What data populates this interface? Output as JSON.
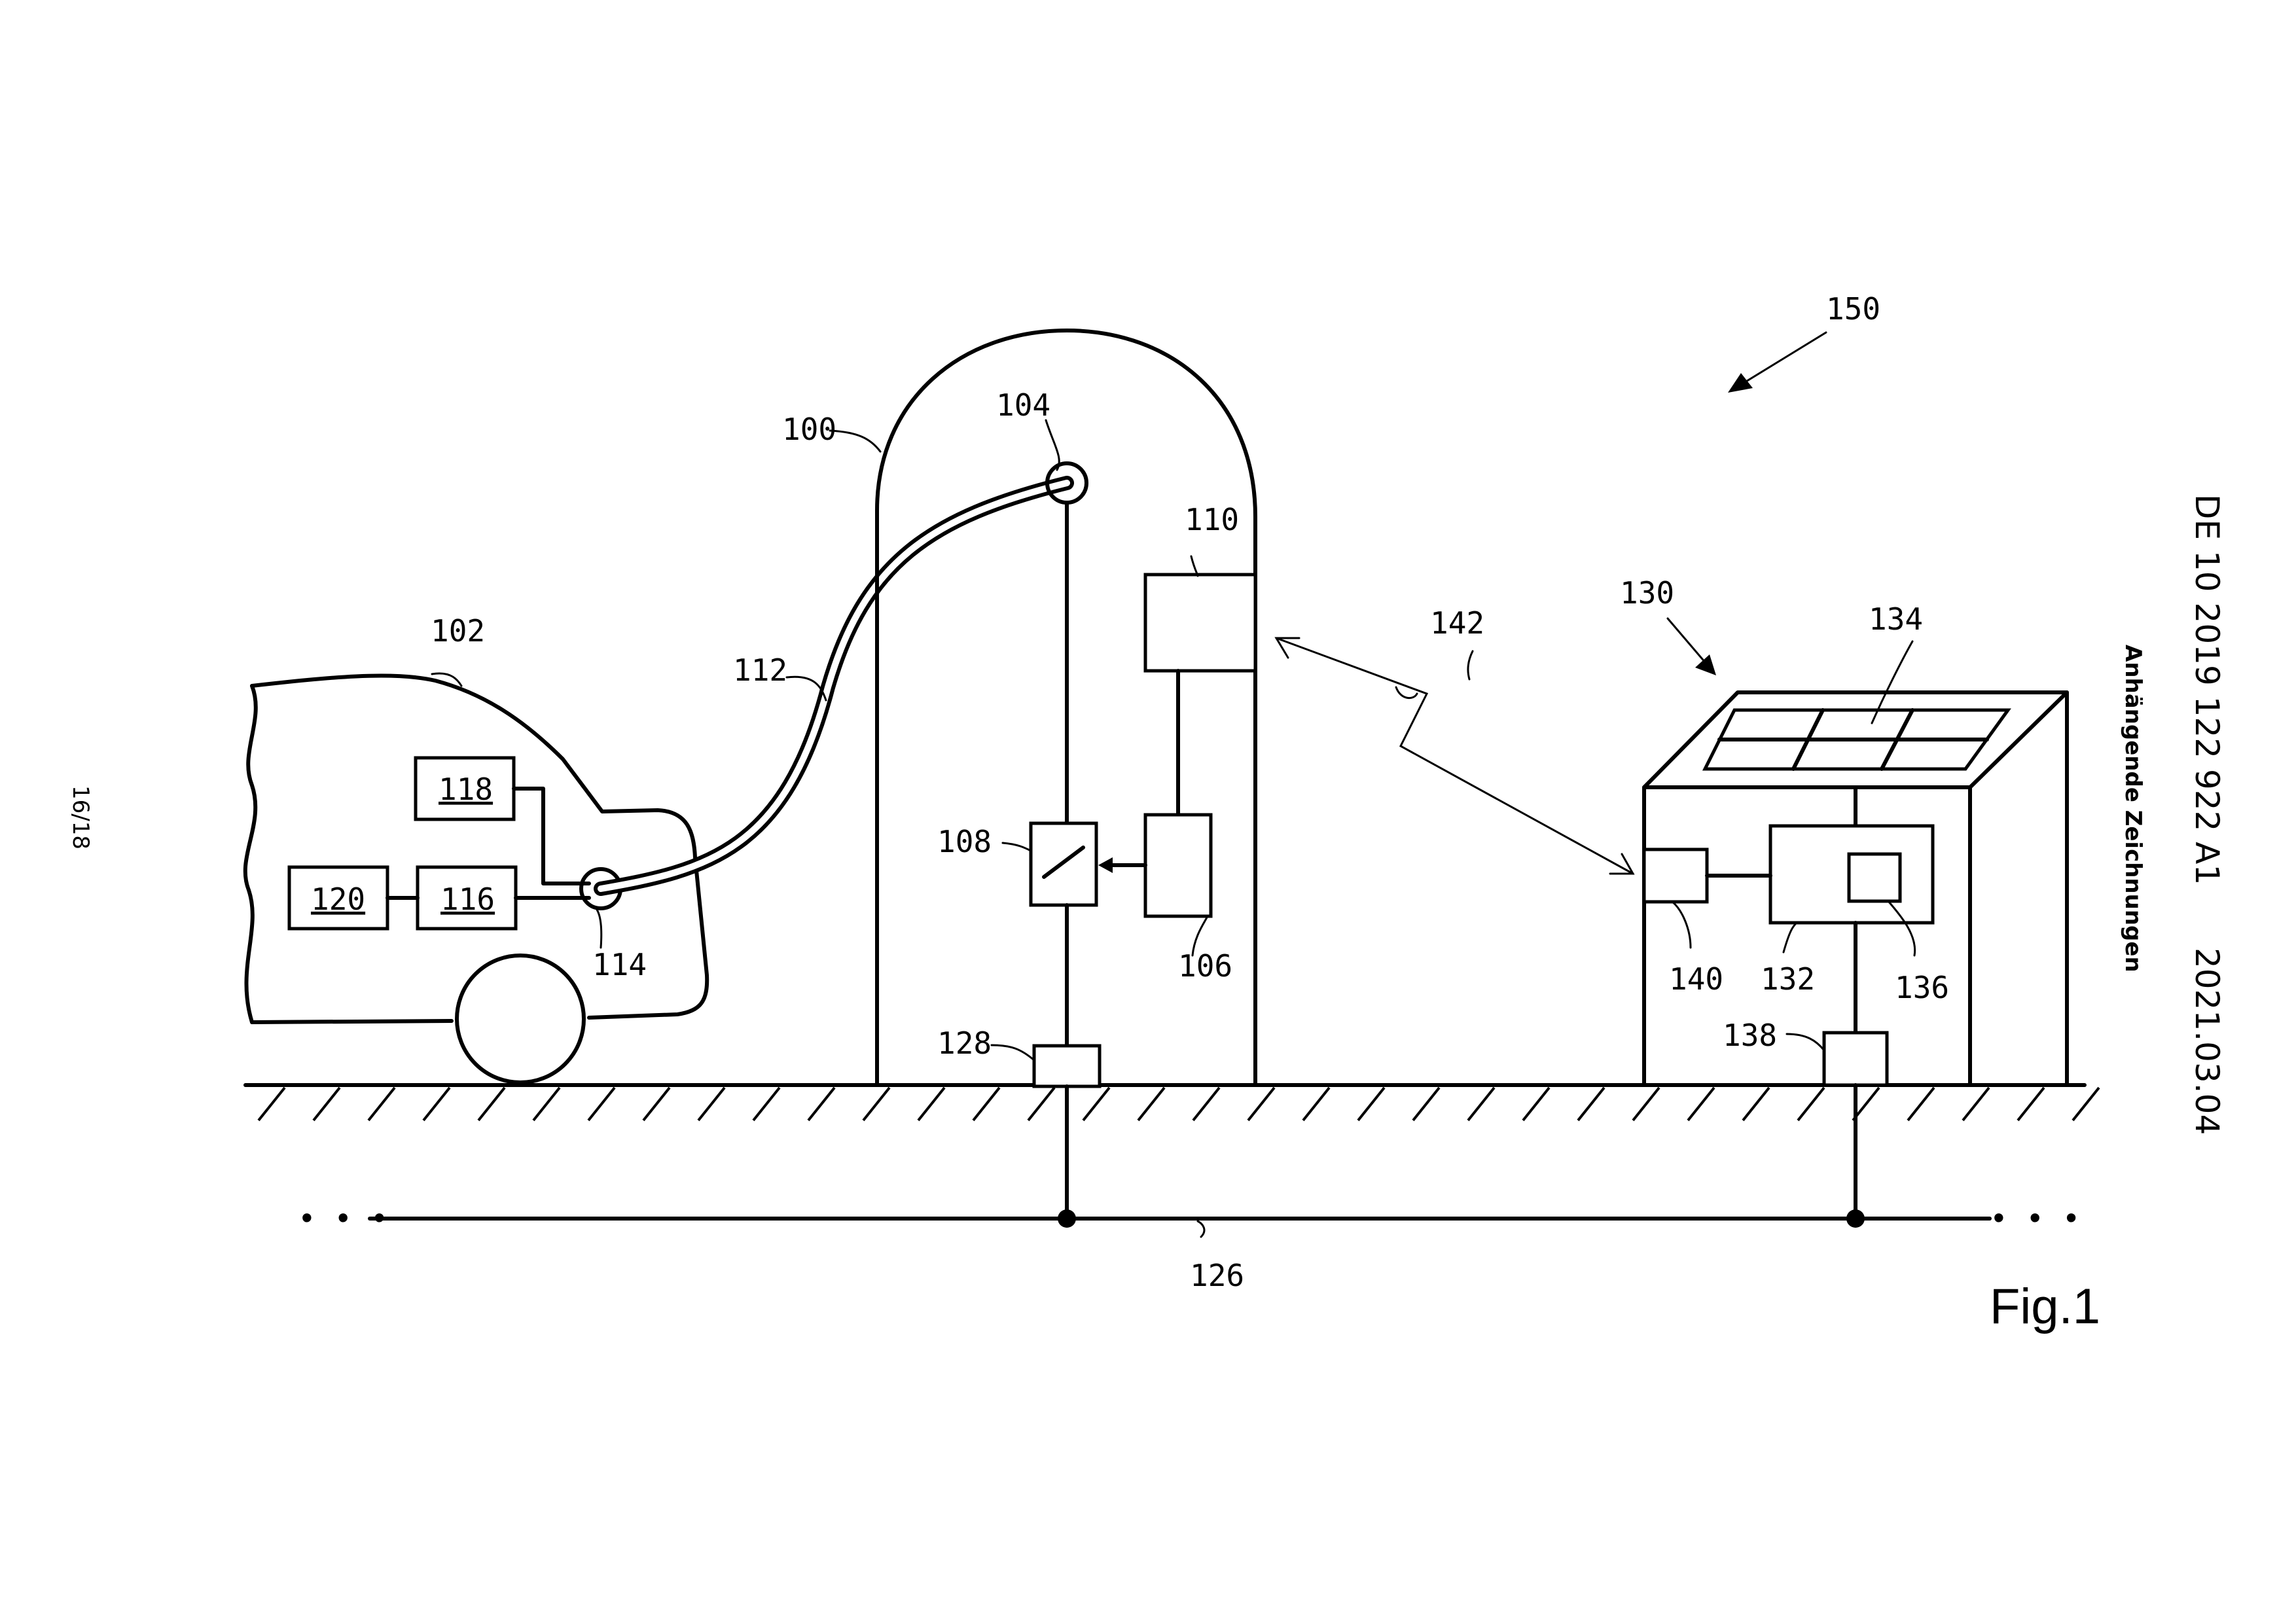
{
  "page_label": "16/18",
  "figure_label": "Fig.1",
  "header": {
    "pub_number": "DE 10 2019 122 922 A1",
    "date": "2021.03.04",
    "section": "Anhängende Zeichnungen"
  },
  "refs": {
    "r100": "100",
    "r102": "102",
    "r104": "104",
    "r106": "106",
    "r108": "108",
    "r110": "110",
    "r112": "112",
    "r114": "114",
    "r116": "116",
    "r118": "118",
    "r120": "120",
    "r126": "126",
    "r128": "128",
    "r130": "130",
    "r132": "132",
    "r134": "134",
    "r136": "136",
    "r138": "138",
    "r140": "140",
    "r142": "142",
    "r150": "150"
  },
  "ellipsis": "• • •"
}
